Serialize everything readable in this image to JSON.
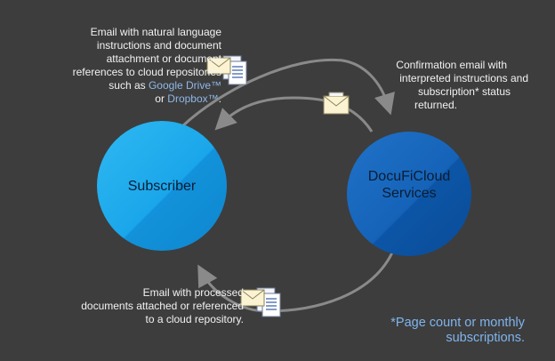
{
  "subscriber": {
    "label": "Subscriber",
    "color": "#1aa6ea"
  },
  "services": {
    "label_line1": "DocuFiCloud",
    "label_line2": "Services",
    "color": "#0d5fb8"
  },
  "arrow_color": "#8a8a8a",
  "link_color": "#8fb8e8",
  "icons": [
    "envelope-documents-icon",
    "envelope-icon",
    "envelope-documents-icon"
  ],
  "top_left_text": {
    "line1": "Email with natural language",
    "line2": "instructions and document",
    "line3": "attachment or document",
    "line4": "references to cloud repositories",
    "line5_prefix": "such as ",
    "link_google": "Google Drive™",
    "line6_prefix": "or ",
    "link_dropbox": "Dropbox™",
    "line6_suffix": "."
  },
  "top_right_text": {
    "line1": "Confirmation email with",
    "line2": "interpreted instructions  and",
    "line3": "subscription* status",
    "line4": "returned."
  },
  "bottom_left_text": {
    "line1": "Email with processed",
    "line2": "documents attached or referenced",
    "line3": "to a cloud repository."
  },
  "footnote": {
    "line1": "*Page count or monthly",
    "line2": "subscriptions."
  }
}
